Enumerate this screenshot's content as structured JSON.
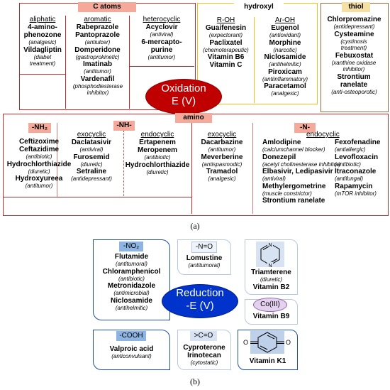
{
  "colors": {
    "red": "#c00000",
    "dark_red": "#b03030",
    "gold": "#e8c020",
    "olive": "#8a6d3b",
    "blue": "#1f4e9e",
    "ellipse_red": "#c00000",
    "ellipse_blue": "#0033cc"
  },
  "c_atoms": {
    "title": "C atoms",
    "aliphatic": {
      "label": "aliphatic",
      "items": [
        {
          "name": "4-amino-",
          "note": ""
        },
        {
          "name": "phenozone",
          "note": "(analgesic)"
        },
        {
          "name": "Vildagliptin",
          "note": "(diabet treatment)"
        }
      ]
    },
    "aromatic": {
      "label": "aromatic",
      "items": [
        {
          "name": "Rabeprazole",
          "note": ""
        },
        {
          "name": "Pantoprazole",
          "note": "(antiulcer)"
        },
        {
          "name": "Domperidone",
          "note": "(gastroprokinetic)"
        },
        {
          "name": "Imatinab",
          "note": "(antitumor)"
        },
        {
          "name": "Vardenafil",
          "note": "(phosphodiesterase inhibitor)"
        }
      ]
    },
    "heterocyclic": {
      "label": "heterocyclic",
      "items": [
        {
          "name": "Acyclovir",
          "note": "(antiviral)"
        },
        {
          "name": "6-mercapto-",
          "note": ""
        },
        {
          "name": "purine",
          "note": "(antitumor)"
        }
      ]
    }
  },
  "hydroxyl": {
    "title": "hydroxyl",
    "r_oh": {
      "label": "R-OH",
      "items": [
        {
          "name": "Guaifenesin",
          "note": "(expectorant)"
        },
        {
          "name": "Paclixatel",
          "note": "(chemoterapeutic)"
        },
        {
          "name": "Vitamin B6",
          "note": ""
        },
        {
          "name": "Vitamin C",
          "note": ""
        }
      ]
    },
    "ar_oh": {
      "label": "Ar-OH",
      "items": [
        {
          "name": "Eugenol",
          "note": "(antioxidant)"
        },
        {
          "name": "Morphine",
          "note": "(narcotic)"
        },
        {
          "name": "Niclosamide",
          "note": "(antihelmitic)"
        },
        {
          "name": "Piroxicam",
          "note": "(antiinflammatory)"
        },
        {
          "name": "Paracetamol",
          "note": "(analgesic)"
        }
      ]
    }
  },
  "thiol": {
    "title": "thiol",
    "items": [
      {
        "name": "Chlorpromazine",
        "note": "(antidepressant)"
      },
      {
        "name": "Cysteamine",
        "note": "(cystinosis treatment)"
      },
      {
        "name": "Febuxostat",
        "note": "(xanthine oxidase inhibitor)"
      },
      {
        "name": "Strontium ranelate",
        "note": "(anti-osteoporotic)"
      }
    ]
  },
  "oxidation": {
    "line1": "Oxidation",
    "line2": "E (V)"
  },
  "amino": {
    "title": "amino",
    "nh2": {
      "label": "-NH₂",
      "items": [
        {
          "name": "Ceftizoxime",
          "note": ""
        },
        {
          "name": "Ceftazidime",
          "note": "(antibiotic)"
        },
        {
          "name": "Hydrochlorthiazide",
          "note": "(diuretic)"
        },
        {
          "name": "Hydroxyureea",
          "note": "(antitumor)"
        }
      ]
    },
    "nh": {
      "label": "-NH-",
      "exocyclic": {
        "label": "exocyclic",
        "items": [
          {
            "name": "Daclatasivir",
            "note": "(antiviral)"
          },
          {
            "name": "Furosemid",
            "note": "(diuretic)"
          },
          {
            "name": "Setraline",
            "note": "(antidepressant)"
          }
        ]
      },
      "endocyclic": {
        "label": "endocyclic",
        "items": [
          {
            "name": "Ertapenem",
            "note": ""
          },
          {
            "name": "Meropenem",
            "note": "(antibiotic)"
          },
          {
            "name": "Hydrochlorthiazide",
            "note": "(diuretic)"
          }
        ]
      }
    },
    "n": {
      "label": "-N-",
      "exocyclic": {
        "label": "exocyclic",
        "items": [
          {
            "name": "Dacarbazine",
            "note": "(antitumor)"
          },
          {
            "name": "Meverberine",
            "note": "(antispasmodic)"
          },
          {
            "name": "Tramadol",
            "note": "(analgesic)"
          }
        ]
      },
      "endocyclic": {
        "label": "endocyclic",
        "items_left": [
          {
            "name": "Amlodipine",
            "note": "(calciumchannel blocker)"
          },
          {
            "name": "Donezepil",
            "note": "(acetyl cholinesterase inhibitor)"
          },
          {
            "name": "Elbasivir, Ledipasivir",
            "note": "(antiviral)"
          },
          {
            "name": "Methylergometrine",
            "note": "(muscle constrictor)"
          },
          {
            "name": "Strontium ranelate",
            "note": ""
          }
        ],
        "items_right": [
          {
            "name": "Fexofenadine",
            "note": "(antiallergic)"
          },
          {
            "name": "Levofloxacin",
            "note": "(antibiotic)"
          },
          {
            "name": "Itraconazole",
            "note": "(antifungal)"
          },
          {
            "name": "Rapamycin",
            "note": "(mTOR inhibitor)"
          }
        ]
      }
    }
  },
  "caption_a": "(a)",
  "reduction": {
    "line1": "Reduction",
    "line2": "-E (V)"
  },
  "no2": {
    "label": "-NO₂",
    "items": [
      {
        "name": "Flutamide",
        "note": "(antitumoral)"
      },
      {
        "name": "Chloramphenicol",
        "note": "(antibiotic)"
      },
      {
        "name": "Metronidazole",
        "note": "(antimicrobial)"
      },
      {
        "name": "Niclosamide",
        "note": "(antihelmitic)"
      }
    ]
  },
  "no": {
    "label": "-N=O",
    "items": [
      {
        "name": "Lomustine",
        "note": "(antitumoral)"
      }
    ]
  },
  "triamterene": {
    "items": [
      {
        "name": "Triamterene",
        "note": "(diuretic)"
      },
      {
        "name": "Vitamin B2",
        "note": ""
      }
    ]
  },
  "co3": {
    "label": "Co(III)",
    "name": "Vitamin B9"
  },
  "cooh": {
    "label": "-COOH",
    "name": "Valproic acid",
    "note": "(anticonvulsant)"
  },
  "co": {
    "label": ">C=O",
    "items": [
      {
        "name": "Cyproterone",
        "note": ""
      },
      {
        "name": "Irinotecan",
        "note": "(cytostatic)"
      }
    ]
  },
  "k1": {
    "name": "Vitamin K1",
    "atom": "O"
  },
  "caption_b": "(b)"
}
